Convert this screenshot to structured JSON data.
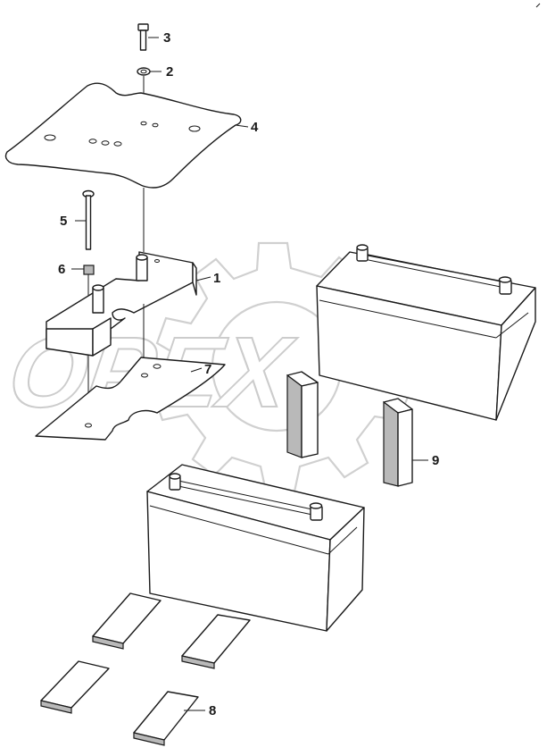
{
  "watermark": {
    "text": "OPEX",
    "color": "#d0d0d0"
  },
  "callouts": [
    {
      "id": "1",
      "label": "1"
    },
    {
      "id": "2",
      "label": "2"
    },
    {
      "id": "3",
      "label": "3"
    },
    {
      "id": "4",
      "label": "4"
    },
    {
      "id": "5",
      "label": "5"
    },
    {
      "id": "6",
      "label": "6"
    },
    {
      "id": "7",
      "label": "7"
    },
    {
      "id": "8",
      "label": "8"
    },
    {
      "id": "9",
      "label": "9"
    }
  ],
  "colors": {
    "line": "#1a1a1a",
    "shade": "#b9b9b9",
    "background": "#ffffff"
  }
}
